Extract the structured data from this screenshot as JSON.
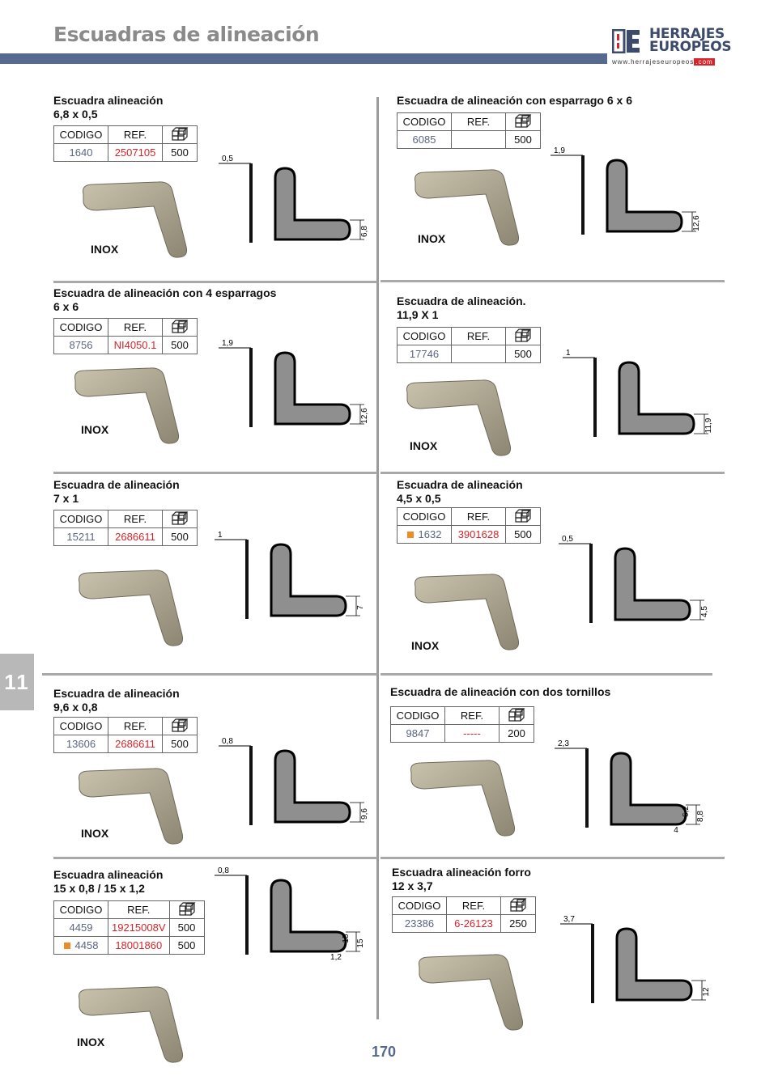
{
  "header": {
    "title": "Escuadras de alineación",
    "logo_line1": "HERRAJES",
    "logo_line2": "EUROPEOS",
    "logo_url": "www.herrajeseuropeos",
    "logo_com": ".com"
  },
  "chapter_tab": "11",
  "page_number": "170",
  "table_headers": {
    "code": "CODIGO",
    "ref": "REF.",
    "qty_icon": "box-quantity-icon"
  },
  "accent_colors": {
    "ref": "#d8232a",
    "band": "#566a8f",
    "marker": "#f08a24"
  },
  "products": [
    {
      "title": [
        "Escuadra alineación",
        "6,8 x 0,5"
      ],
      "rows": [
        {
          "code": "1640",
          "ref": "2507105",
          "qty": "500"
        }
      ],
      "material": "INOX",
      "dims": [
        "0,5",
        "6,8"
      ]
    },
    {
      "title": [
        "Escuadra de alineación con esparrago 6 x 6"
      ],
      "rows": [
        {
          "code": "6085",
          "ref": "",
          "qty": "500"
        }
      ],
      "material": "INOX",
      "dims": [
        "1,9",
        "12,6"
      ]
    },
    {
      "title": [
        "Escuadra de alineación con 4 esparragos",
        "6 x 6"
      ],
      "rows": [
        {
          "code": "8756",
          "ref": "NI4050.1",
          "qty": "500"
        }
      ],
      "material": "INOX",
      "dims": [
        "1,9",
        "12,6"
      ]
    },
    {
      "title": [
        "Escuadra de alineación.",
        "11,9 X 1"
      ],
      "rows": [
        {
          "code": "17746",
          "ref": "",
          "qty": "500"
        }
      ],
      "material": "INOX",
      "dims": [
        "1",
        "11,9"
      ]
    },
    {
      "title": [
        "Escuadra de alineación",
        "7 x 1"
      ],
      "rows": [
        {
          "code": "15211",
          "ref": "2686611",
          "qty": "500"
        }
      ],
      "material": null,
      "dims": [
        "1",
        "7"
      ]
    },
    {
      "title": [
        "Escuadra de alineación",
        "4,5 x 0,5"
      ],
      "rows": [
        {
          "code": "1632",
          "ref": "3901628",
          "qty": "500",
          "marker": true
        }
      ],
      "material": "INOX",
      "dims": [
        "0,5",
        "4,5"
      ]
    },
    {
      "title": [
        "Escuadra de alineación",
        "9,6 x 0,8"
      ],
      "rows": [
        {
          "code": "13606",
          "ref": "2686611",
          "qty": "500"
        }
      ],
      "material": "INOX",
      "dims": [
        "0,8",
        "9,6"
      ]
    },
    {
      "title": [
        "Escuadra de alineación con dos tornillos"
      ],
      "rows": [
        {
          "code": "9847",
          "ref": "-----",
          "qty": "200"
        }
      ],
      "material": null,
      "dims": [
        "2,3",
        "8,8",
        "4",
        "6,2"
      ]
    },
    {
      "title": [
        "Escuadra alineación",
        "15 x 0,8 / 15 x 1,2"
      ],
      "rows": [
        {
          "code": "4459",
          "ref": "19215008V",
          "qty": "500"
        },
        {
          "code": "4458",
          "ref": "18001860",
          "qty": "500",
          "marker": true
        }
      ],
      "material": "INOX",
      "dims": [
        "0,8",
        "15",
        "1,2",
        "15"
      ]
    },
    {
      "title": [
        "Escuadra alineación forro",
        "12 x 3,7"
      ],
      "rows": [
        {
          "code": "23386",
          "ref": "6-26123",
          "qty": "250"
        }
      ],
      "material": null,
      "dims": [
        "3,7",
        "12"
      ]
    }
  ]
}
